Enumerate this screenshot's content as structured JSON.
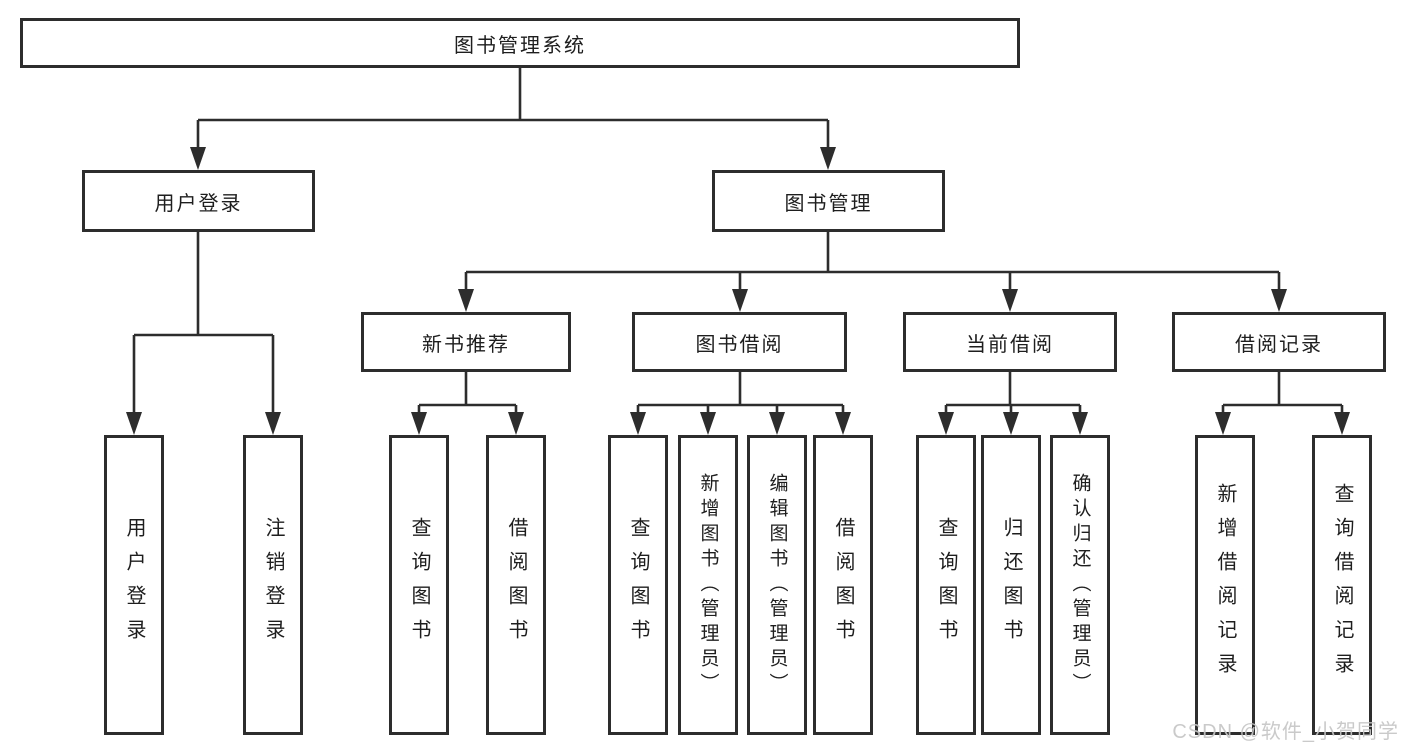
{
  "tree": {
    "label": "图书管理系统",
    "children": [
      {
        "label": "用户登录",
        "children": [
          {
            "label": "用户登录"
          },
          {
            "label": "注销登录"
          }
        ]
      },
      {
        "label": "图书管理",
        "children": [
          {
            "label": "新书推荐",
            "children": [
              {
                "label": "查询图书"
              },
              {
                "label": "借阅图书"
              }
            ]
          },
          {
            "label": "图书借阅",
            "children": [
              {
                "label": "查询图书"
              },
              {
                "label": "新增图书（管理员）"
              },
              {
                "label": "编辑图书（管理员）"
              },
              {
                "label": "借阅图书"
              }
            ]
          },
          {
            "label": "当前借阅",
            "children": [
              {
                "label": "查询图书"
              },
              {
                "label": "归还图书"
              },
              {
                "label": "确认归还（管理员）"
              }
            ]
          },
          {
            "label": "借阅记录",
            "children": [
              {
                "label": "新增借阅记录"
              },
              {
                "label": "查询借阅记录"
              }
            ]
          }
        ]
      }
    ]
  },
  "watermark": "CSDN @软件_小贺同学",
  "colors": {
    "line": "#2d2d2d",
    "box_background": "#ffffff",
    "text": "#1e1e1e",
    "watermark": "#c6c6c6"
  }
}
